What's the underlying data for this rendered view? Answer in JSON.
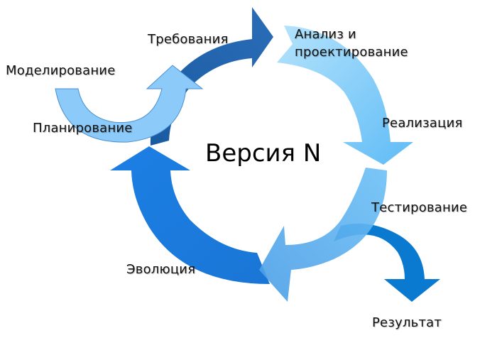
{
  "diagram": {
    "center_title": "Версия N",
    "stages": [
      {
        "id": "requirements",
        "label": "Требования",
        "color": "#1f5fa8"
      },
      {
        "id": "analysis",
        "label_line1": "Анализ и",
        "label_line2": "проектирование",
        "color": "#7fcbf8"
      },
      {
        "id": "implementation",
        "label": "Реализация",
        "color": "#6cc3f7"
      },
      {
        "id": "testing",
        "label": "Тестирование",
        "color": "#5fb2ee"
      },
      {
        "id": "evolution",
        "label": "Эволюция",
        "color": "#1681e8"
      },
      {
        "id": "result",
        "label": "Результат",
        "color": "#0a7bd0"
      },
      {
        "id": "planning",
        "label": "Планирование",
        "color": "#8ccaf9"
      },
      {
        "id": "modeling",
        "label": "Моделирование",
        "color": "#8ccaf9"
      }
    ]
  }
}
